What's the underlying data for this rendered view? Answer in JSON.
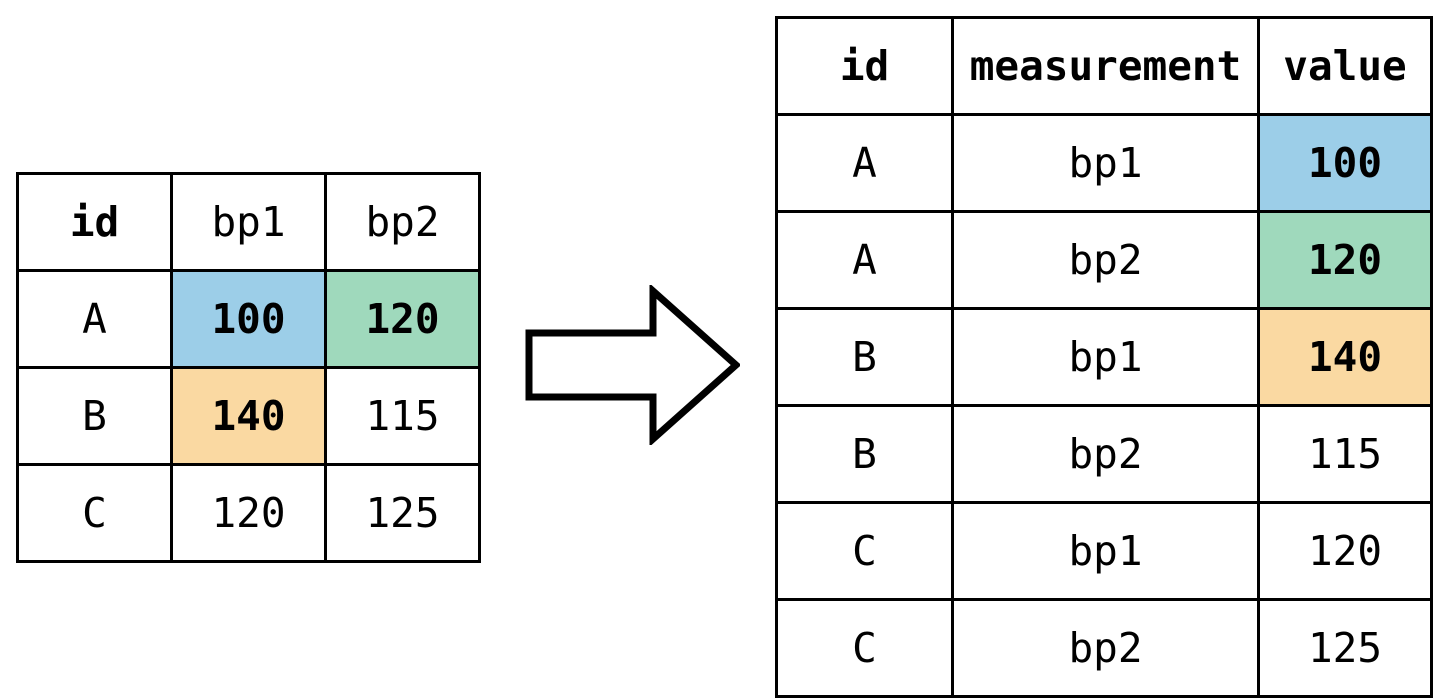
{
  "diagram": {
    "type": "pivot-longer-transformation",
    "arrow": {
      "name": "right-arrow",
      "direction": "right"
    },
    "colors": {
      "blue": "#9ccee8",
      "green": "#9fd9bc",
      "orange": "#fad9a2",
      "border": "#000000",
      "background": "#ffffff"
    }
  },
  "wide_table": {
    "name": "wide-format-table",
    "headers": [
      "id",
      "bp1",
      "bp2"
    ],
    "header_styles": [
      "bold",
      "normal",
      "normal"
    ],
    "rows": [
      {
        "cells": [
          "A",
          "100",
          "120"
        ],
        "fills": [
          "none",
          "blue",
          "green"
        ],
        "weights": [
          "normal",
          "bold",
          "bold"
        ]
      },
      {
        "cells": [
          "B",
          "140",
          "115"
        ],
        "fills": [
          "none",
          "orange",
          "none"
        ],
        "weights": [
          "normal",
          "bold",
          "normal"
        ]
      },
      {
        "cells": [
          "C",
          "120",
          "125"
        ],
        "fills": [
          "none",
          "none",
          "none"
        ],
        "weights": [
          "normal",
          "normal",
          "normal"
        ]
      }
    ]
  },
  "long_table": {
    "name": "long-format-table",
    "headers": [
      "id",
      "measurement",
      "value"
    ],
    "header_styles": [
      "bold",
      "bold",
      "bold"
    ],
    "rows": [
      {
        "cells": [
          "A",
          "bp1",
          "100"
        ],
        "fills": [
          "none",
          "none",
          "blue"
        ],
        "weights": [
          "normal",
          "normal",
          "bold"
        ]
      },
      {
        "cells": [
          "A",
          "bp2",
          "120"
        ],
        "fills": [
          "none",
          "none",
          "green"
        ],
        "weights": [
          "normal",
          "normal",
          "bold"
        ]
      },
      {
        "cells": [
          "B",
          "bp1",
          "140"
        ],
        "fills": [
          "none",
          "none",
          "orange"
        ],
        "weights": [
          "normal",
          "normal",
          "bold"
        ]
      },
      {
        "cells": [
          "B",
          "bp2",
          "115"
        ],
        "fills": [
          "none",
          "none",
          "none"
        ],
        "weights": [
          "normal",
          "normal",
          "normal"
        ]
      },
      {
        "cells": [
          "C",
          "bp1",
          "120"
        ],
        "fills": [
          "none",
          "none",
          "none"
        ],
        "weights": [
          "normal",
          "normal",
          "normal"
        ]
      },
      {
        "cells": [
          "C",
          "bp2",
          "125"
        ],
        "fills": [
          "none",
          "none",
          "none"
        ],
        "weights": [
          "normal",
          "normal",
          "normal"
        ]
      }
    ]
  }
}
